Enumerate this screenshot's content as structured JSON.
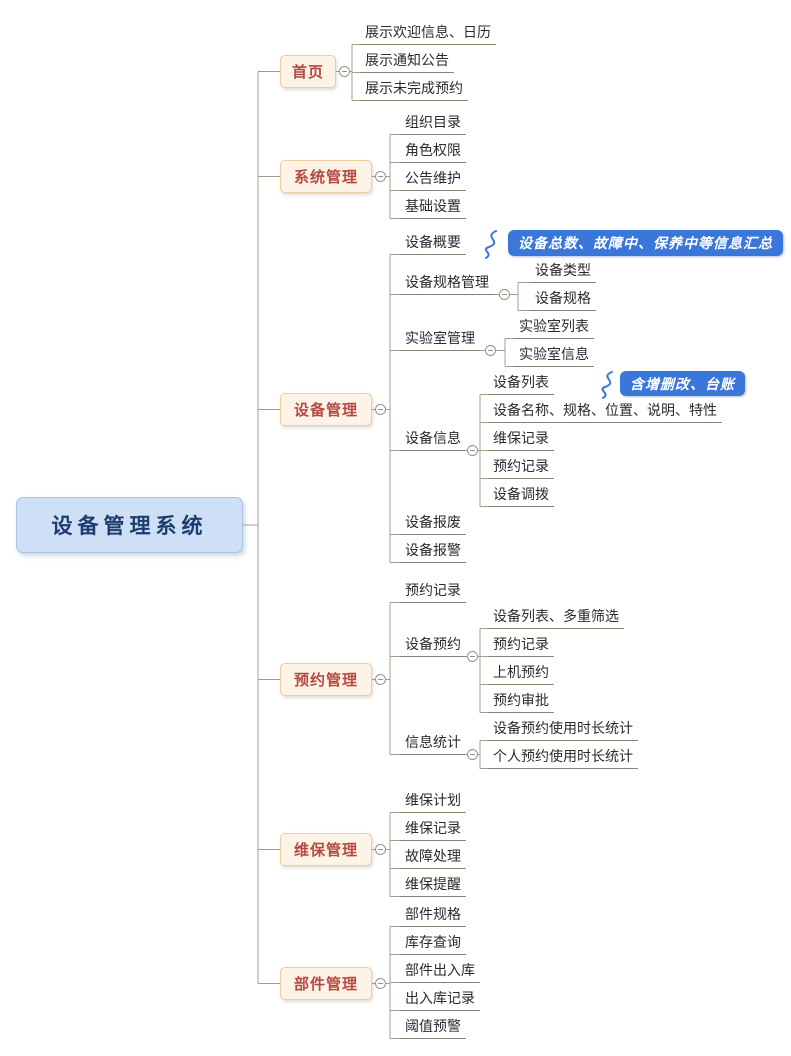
{
  "root": {
    "label": "设备管理系统"
  },
  "branches": [
    {
      "label": "首页",
      "children": [
        {
          "label": "展示欢迎信息、日历"
        },
        {
          "label": "展示通知公告"
        },
        {
          "label": "展示未完成预约"
        }
      ]
    },
    {
      "label": "系统管理",
      "children": [
        {
          "label": "组织目录"
        },
        {
          "label": "角色权限"
        },
        {
          "label": "公告维护"
        },
        {
          "label": "基础设置"
        }
      ]
    },
    {
      "label": "设备管理",
      "children": [
        {
          "label": "设备概要",
          "callout": "设备总数、故障中、保养中等信息汇总"
        },
        {
          "label": "设备规格管理",
          "children": [
            {
              "label": "设备类型"
            },
            {
              "label": "设备规格"
            }
          ]
        },
        {
          "label": "实验室管理",
          "children": [
            {
              "label": "实验室列表"
            },
            {
              "label": "实验室信息"
            }
          ]
        },
        {
          "label": "设备信息",
          "children": [
            {
              "label": "设备列表",
              "callout": "含增删改、台账"
            },
            {
              "label": "设备名称、规格、位置、说明、特性"
            },
            {
              "label": "维保记录"
            },
            {
              "label": "预约记录"
            },
            {
              "label": "设备调拨"
            }
          ]
        },
        {
          "label": "设备报废"
        },
        {
          "label": "设备报警"
        }
      ]
    },
    {
      "label": "预约管理",
      "children": [
        {
          "label": "预约记录"
        },
        {
          "label": "设备预约",
          "children": [
            {
              "label": "设备列表、多重筛选"
            },
            {
              "label": "预约记录"
            },
            {
              "label": "上机预约"
            },
            {
              "label": "预约审批"
            }
          ]
        },
        {
          "label": "信息统计",
          "children": [
            {
              "label": "设备预约使用时长统计"
            },
            {
              "label": "个人预约使用时长统计"
            }
          ]
        }
      ]
    },
    {
      "label": "维保管理",
      "children": [
        {
          "label": "维保计划"
        },
        {
          "label": "维保记录"
        },
        {
          "label": "故障处理"
        },
        {
          "label": "维保提醒"
        }
      ]
    },
    {
      "label": "部件管理",
      "children": [
        {
          "label": "部件规格"
        },
        {
          "label": "库存查询"
        },
        {
          "label": "部件出入库"
        },
        {
          "label": "出入库记录"
        },
        {
          "label": "阈值预警"
        }
      ]
    }
  ],
  "colors": {
    "root_bg": "#cfe0f6",
    "root_text": "#1e3d6e",
    "branch_bg": "#fdf3e7",
    "branch_border": "#eccea3",
    "branch_text": "#b64a42",
    "callout_bg": "#3a77d9",
    "callout_text": "#ffffff",
    "line": "#a89c8d"
  }
}
